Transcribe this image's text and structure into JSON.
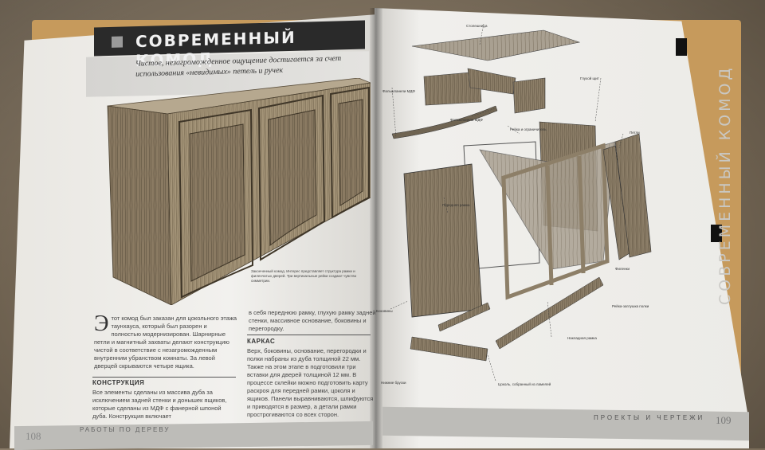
{
  "left_page": {
    "title": "СОВРЕМЕННЫЙ КОМОД",
    "subtitle": "Чистое, незагроможденное ощущение достигается за счет использования «невидимых» петель и ручек",
    "caption": "Законченный комод. Интерес представляет структура рамки и филенчатых дверей. Три вертикальные рейки создают чувство симметрии.",
    "intro_dropcap": "Э",
    "intro_text": "тот комод был заказан для цокольного этажа таунхауса, который был разорен и полностью модернизирован. Шарнирные петли и магнитный захваты делают конструкцию чистой в соответствие с незагроможденным внутренним убранством комнаты. За левой дверцей скрываются четыре ящика.",
    "col2_text": "в себя переднюю рамку, глухую рамку задней стенки, массивное основание, боковины и перегородку.",
    "section1_heading": "КОНСТРУКЦИЯ",
    "section1_text": "Все элементы сделаны из массива дуба за исключением задней стенки и донышек ящиков, которые сделаны из МДФ с фанерной шпоной дуба. Конструкция включает",
    "section2_heading": "КАРКАС",
    "section2_text": "Верх, боковины, основание, перегородки и полки набраны из дуба толщиной 22 мм. Также на этом этапе в подготовили три вставки для дверей толщиной 12 мм. В процессе склейки можно подготовить карту раскроя для передней рамки, цоколя и ящиков. Панели выравниваются, шлифуются и приводятся в размер, а детали рамки прострогиваются со всех сторон.",
    "page_number": "108",
    "running_head": "РАБОТЫ ПО ДЕРЕВУ"
  },
  "right_page": {
    "vertical_title": "СОВРЕМЕННЫЙ КОМОД",
    "page_number": "109",
    "running_head": "ПРОЕКТЫ И ЧЕРТЕЖИ",
    "labels": {
      "top": "Столешница",
      "drawer_front": "Фальшпанели МДФ",
      "top_rail": "Рейка и ограничитель",
      "front_panel": "Передняя рамка",
      "back_panel": "Глухой щит",
      "hinge": "Петли",
      "side_panel": "Боковины",
      "divider": "Филенки",
      "runner": "Рейка-заглушка полки",
      "back_frame": "Накладная рамка",
      "plinth": "Цоколь, собранный из ламелей",
      "bottom": "Нижние бруски"
    }
  },
  "colors": {
    "title_bar": "#2a2a2a",
    "cover": "#c69a5c",
    "page": "#f0efec"
  }
}
